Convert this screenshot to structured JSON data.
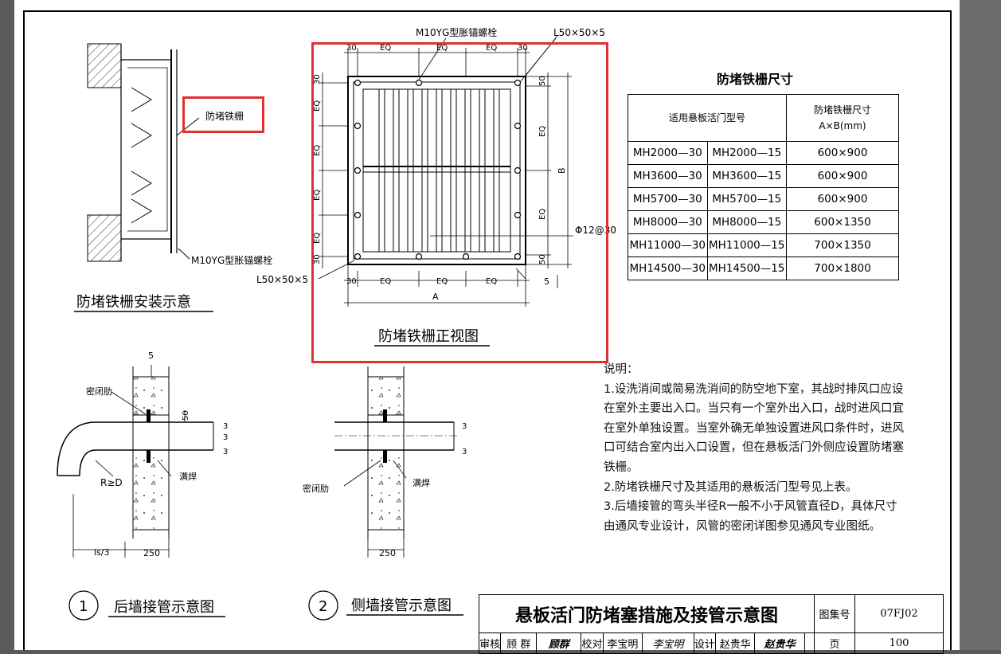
{
  "labels": {
    "anchor_bolt_top": "M10YG型胀锚螺栓",
    "angle_top": "L50×50×5",
    "anti_block_grille": "防堵铁栅",
    "anchor_bolt_side": "M10YG型胀锚螺栓",
    "angle_bottom": "L50×50×5",
    "install_title": "防堵铁栅安装示意",
    "front_view_title": "防堵铁栅正视图",
    "bar_spec": "Φ12@30",
    "dim_30": "30",
    "dim_eq": "EQ",
    "dim_50": "50",
    "dim_5": "5",
    "dim_a": "A",
    "dim_b": "B",
    "seal_rib": "密闭肋",
    "full_weld": "满焊",
    "bend_radius": "R≥D",
    "dim_250": "250",
    "dim_ls3": "ls/3",
    "dim_3": "3",
    "back_wall_num": "1",
    "back_wall_title": "后墙接管示意图",
    "side_wall_num": "2",
    "side_wall_title": "侧墙接管示意图"
  },
  "table": {
    "title": "防堵铁栅尺寸",
    "col1_header": "适用悬板活门型号",
    "col2_header_line1": "防堵铁栅尺寸",
    "col2_header_line2": "A×B(mm)",
    "rows": [
      {
        "m30": "MH2000—30",
        "m15": "MH2000—15",
        "size": "600×900"
      },
      {
        "m30": "MH3600—30",
        "m15": "MH3600—15",
        "size": "600×900"
      },
      {
        "m30": "MH5700—30",
        "m15": "MH5700—15",
        "size": "600×900"
      },
      {
        "m30": "MH8000—30",
        "m15": "MH8000—15",
        "size": "600×1350"
      },
      {
        "m30": "MH11000—30",
        "m15": "MH11000—15",
        "size": "700×1350"
      },
      {
        "m30": "MH14500—30",
        "m15": "MH14500—15",
        "size": "700×1800"
      }
    ]
  },
  "notes": {
    "heading": "说明：",
    "lines": [
      "1.设洗消间或简易洗消间的防空地下室，其战时排风口应设",
      "在室外主要出入口。当只有一个室外出入口，战时进风口宜",
      "在室外单独设置。当室外确无单独设置进风口条件时，进风",
      "口可结合室内出入口设置，但在悬板活门外侧应设置防堵塞",
      "铁栅。",
      "2.防堵铁栅尺寸及其适用的悬板活门型号见上表。",
      "3.后墙接管的弯头半径R一般不小于风管直径D，具体尺寸",
      "由通风专业设计，风管的密闭详图参见通风专业图纸。"
    ]
  },
  "title_block": {
    "title": "悬板活门防堵塞措施及接管示意图",
    "atlas_label": "图集号",
    "atlas_no": "07FJ02",
    "review_label": "审核",
    "reviewer": "顾 群",
    "reviewer_sign": "顾群",
    "check_label": "校对",
    "checker": "李宝明",
    "checker_sign": "李宝明",
    "design_label": "设计",
    "designer": "赵贵华",
    "designer_sign": "赵贵华",
    "page_label": "页",
    "page_no": "100"
  },
  "colors": {
    "highlight": "#e03030",
    "background": "#5a5a5a",
    "paper": "#ffffff"
  }
}
